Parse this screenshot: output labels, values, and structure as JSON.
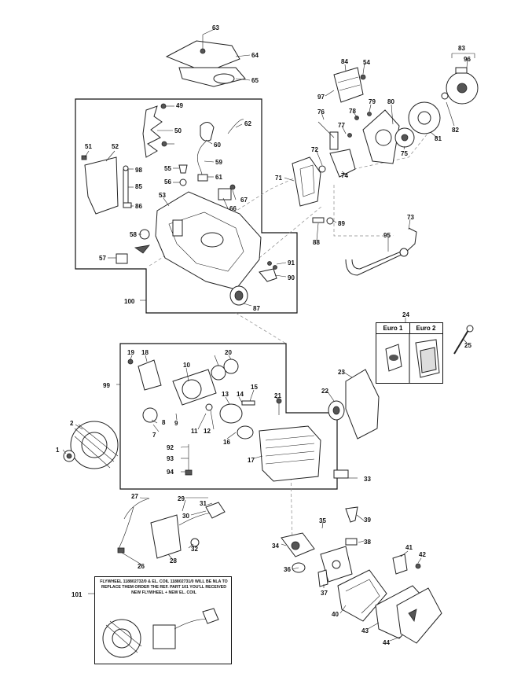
{
  "diagram": {
    "labels": [
      "1",
      "2",
      "7",
      "8",
      "9",
      "10",
      "11",
      "12",
      "13",
      "14",
      "15",
      "16",
      "17",
      "18",
      "19",
      "20",
      "21",
      "22",
      "23",
      "24",
      "25",
      "26",
      "27",
      "28",
      "29",
      "30",
      "31",
      "32",
      "33",
      "34",
      "35",
      "36",
      "37",
      "38",
      "39",
      "40",
      "41",
      "42",
      "43",
      "44",
      "49",
      "50",
      "51",
      "52",
      "53",
      "54",
      "55",
      "56",
      "57",
      "58",
      "59",
      "60",
      "61",
      "62",
      "63",
      "64",
      "65",
      "66",
      "67",
      "71",
      "72",
      "73",
      "74",
      "75",
      "76",
      "77",
      "78",
      "79",
      "80",
      "81",
      "82",
      "83",
      "84",
      "85",
      "86",
      "87",
      "88",
      "89",
      "90",
      "91",
      "92",
      "93",
      "94",
      "95",
      "96",
      "97",
      "98",
      "99",
      "100",
      "101"
    ],
    "euro_box": {
      "col1": "Euro 1",
      "col2": "Euro 2"
    },
    "note": "FLYWHEEL 118802732/0 & EL. COIL 118802731/0 WILL BE NLA TO REPLACE THEM ORDER THE REF. PART 101 YOU'LL RECEIVED NEW FLYWHEEL + NEW EL. COIL"
  }
}
